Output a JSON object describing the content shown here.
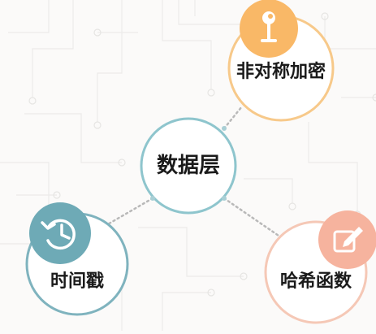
{
  "diagram": {
    "center": {
      "label": "数据层",
      "color": "#8ec5cd"
    },
    "nodes": [
      {
        "id": "top",
        "label": "非对称加密",
        "icon": "wine-glass-icon",
        "ring_color": "#f7c98a",
        "badge_color": "#f9b867"
      },
      {
        "id": "left",
        "label": "时间戳",
        "icon": "history-clock-icon",
        "ring_color": "#7fb3be",
        "badge_color": "#6eaab6"
      },
      {
        "id": "right",
        "label": "哈希函数",
        "icon": "edit-icon",
        "ring_color": "#f5c8b6",
        "badge_color": "#f6b39e"
      }
    ]
  }
}
